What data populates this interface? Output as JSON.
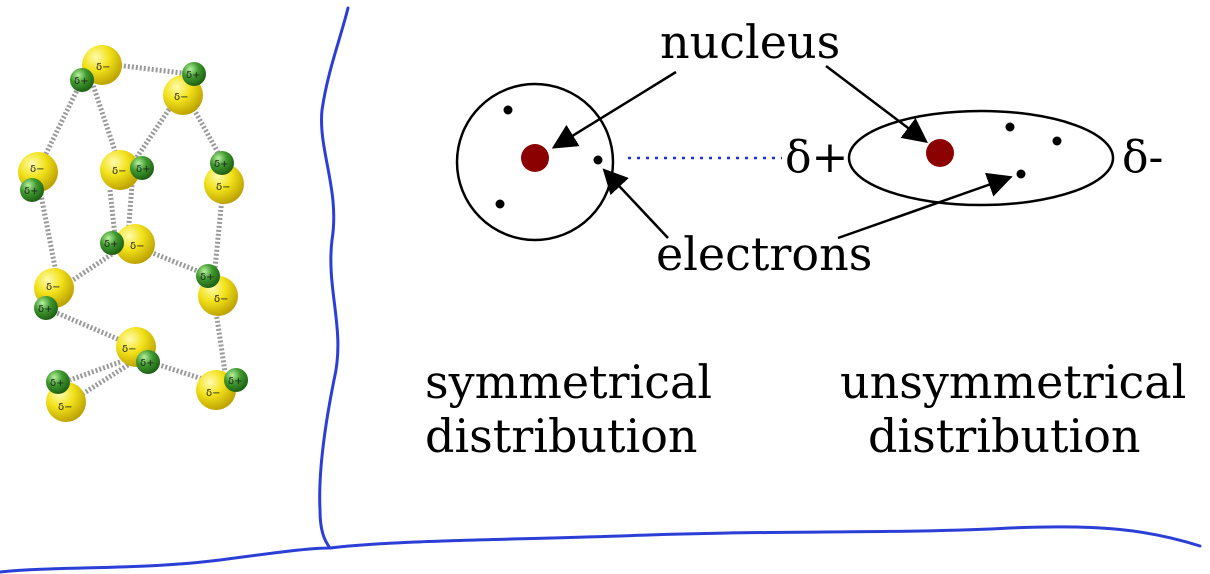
{
  "labels": {
    "nucleus": "nucleus",
    "electrons": "electrons",
    "symmetrical_line1": "symmetrical",
    "symmetrical_line2": "distribution",
    "unsymmetrical_line1": "unsymmetrical",
    "unsymmetrical_line2": "distribution",
    "delta_plus": "δ+",
    "delta_minus": "δ-"
  },
  "molecule_labels": {
    "d_minus": "δ−",
    "d_plus": "δ+"
  },
  "colors": {
    "pen_blue": "#2b3fd6",
    "nucleus_red": "#8b0000",
    "atom_yellow": "#f2e21a",
    "atom_green": "#3f9a2e",
    "dotted_blue": "#1f2fe0"
  }
}
